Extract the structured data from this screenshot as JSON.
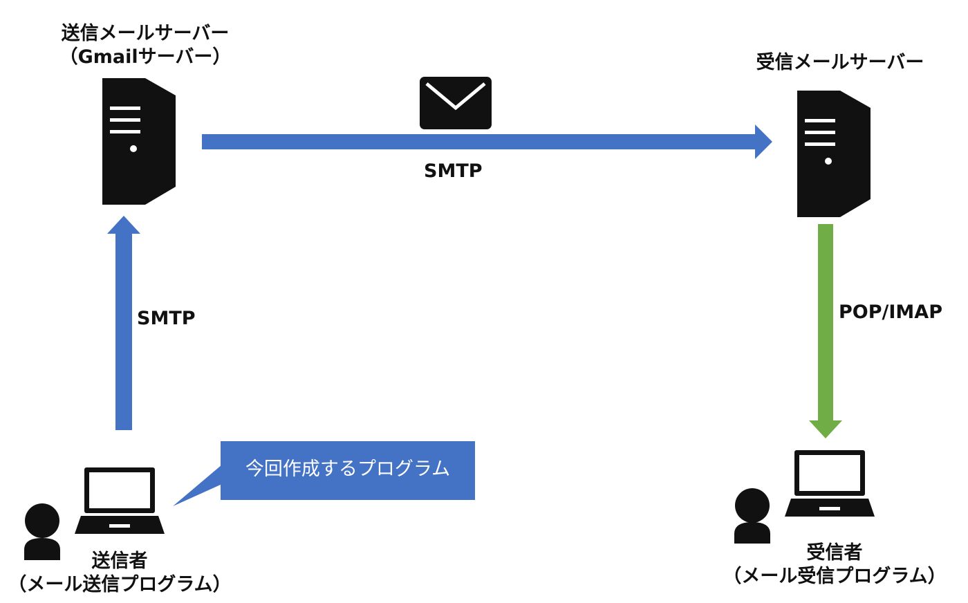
{
  "sending_server": {
    "line1": "送信メールサーバー",
    "line2": "（Gmailサーバー）"
  },
  "receiving_server": {
    "label": "受信メールサーバー"
  },
  "protocols": {
    "top": "SMTP",
    "left": "SMTP",
    "right": "POP/IMAP"
  },
  "sender": {
    "line1": "送信者",
    "line2": "（メール送信プログラム）"
  },
  "receiver": {
    "line1": "受信者",
    "line2": "（メール受信プログラム）"
  },
  "callout": {
    "text": "今回作成するプログラム"
  },
  "colors": {
    "blue_arrow": "#4472c4",
    "green_arrow": "#70ad47",
    "callout": "#4472c4",
    "icon": "#111111"
  }
}
